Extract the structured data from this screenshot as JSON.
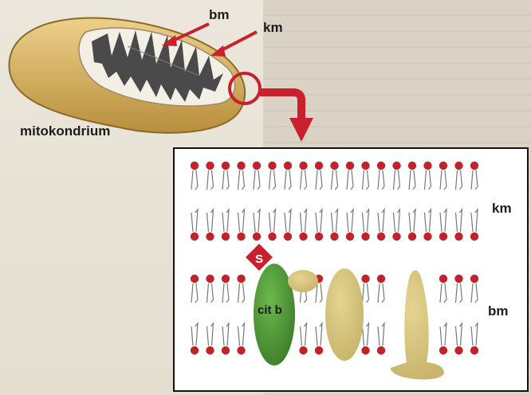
{
  "labels": {
    "bm_top": "bm",
    "km_top": "km",
    "mitochondrion": "mitokondrium",
    "km_panel": "km",
    "bm_panel": "bm",
    "cit_b": "cit  b",
    "s_marker": "S"
  },
  "colors": {
    "arrow_red": "#c8202c",
    "phospholipid_head": "#c0242a",
    "cytochrome_green": "#4f9a38",
    "protein_tan": "#d6c57a",
    "mito_outer": "#d9b45e",
    "mito_inner": "#4a4a4a"
  }
}
